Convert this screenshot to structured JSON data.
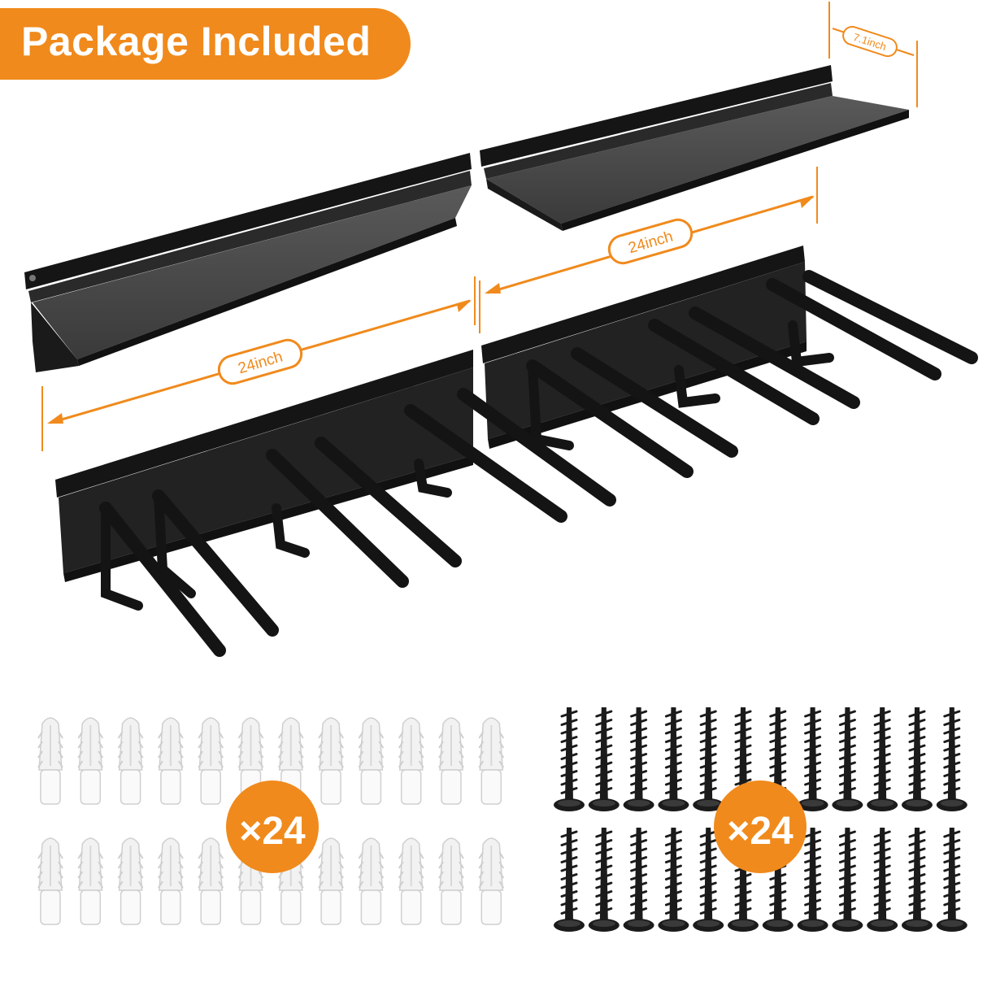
{
  "header": {
    "title": "Package Included"
  },
  "dimensions": {
    "depth_label": "7.1inch",
    "shelf_length_label": "24inch",
    "rack_length_label": "24inch"
  },
  "hardware": {
    "anchors": {
      "quantity_label": "×24",
      "count": 24,
      "color": "#f2f2f2",
      "icon": "wall-anchor"
    },
    "screws": {
      "quantity_label": "×24",
      "count": 24,
      "color": "#1b1b1b",
      "icon": "screw"
    }
  },
  "colors": {
    "accent": "#f08a1c",
    "product": "#1c1c1c",
    "shelf_top": "#4a4a4a"
  }
}
